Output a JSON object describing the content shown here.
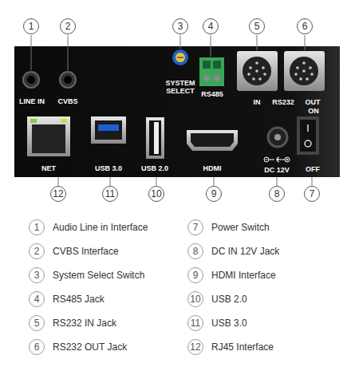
{
  "diagram": {
    "labels": [
      "1",
      "2",
      "3",
      "4",
      "5",
      "6",
      "LINE IN",
      "CVBS",
      "SYSTEM SELECT",
      "RS485",
      "IN",
      "RS232",
      "OUT",
      "ON",
      "NET",
      "USB 3.0",
      "USB 2.0",
      "HDMI",
      "DC 12V",
      "OFF",
      "12",
      "11",
      "10",
      "9",
      "8",
      "7",
      "1",
      "Audio Line in Interface",
      "7",
      "Power Switch",
      "2",
      "CVBS Interface",
      "8",
      "DC IN 12V Jack",
      "3",
      "System Select Switch",
      "9",
      "HDMI Interface",
      "4",
      "RS485 Jack",
      "10",
      "USB 2.0",
      "5",
      "RS232 IN Jack",
      "11",
      "USB 3.0",
      "6",
      "RS232 OUT Jack",
      "12",
      "RJ45 Interface"
    ]
  }
}
